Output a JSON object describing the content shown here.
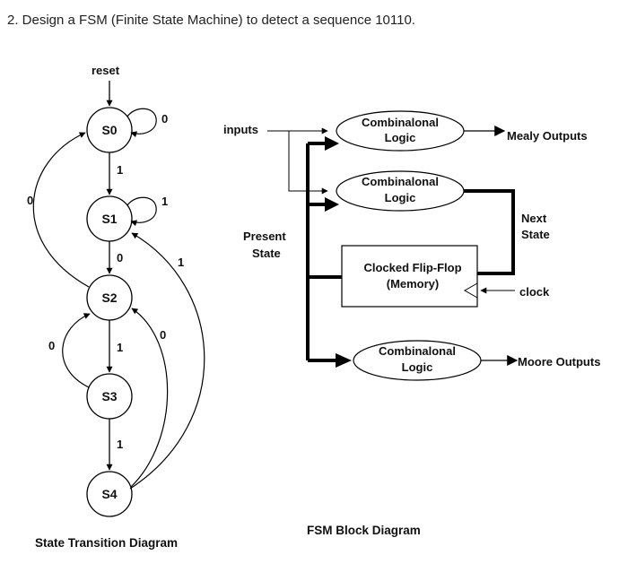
{
  "heading": "2. Design a FSM (Finite State Machine) to detect a sequence 10110.",
  "state_diagram": {
    "reset_label": "reset",
    "states": [
      "S0",
      "S1",
      "S2",
      "S3",
      "S4"
    ],
    "transitions": [
      {
        "from": "S0",
        "to": "S0",
        "label": "0"
      },
      {
        "from": "S0",
        "to": "S1",
        "label": "1"
      },
      {
        "from": "S1",
        "to": "S1",
        "label": "1"
      },
      {
        "from": "S1",
        "to": "S2",
        "label": "0"
      },
      {
        "from": "S2",
        "to": "S0",
        "label": "0"
      },
      {
        "from": "S2",
        "to": "S3",
        "label": "1"
      },
      {
        "from": "S3",
        "to": "S2",
        "label": "0"
      },
      {
        "from": "S3",
        "to": "S4",
        "label": "1"
      },
      {
        "from": "S4",
        "to": "S2",
        "label": "0"
      },
      {
        "from": "S4",
        "to": "S1",
        "label": "1"
      }
    ],
    "caption": "State Transition Diagram"
  },
  "block_diagram": {
    "inputs_label": "inputs",
    "comb1_line1": "Combinalonal",
    "comb1_line2": "Logic",
    "comb2_line1": "Combinalonal",
    "comb2_line2": "Logic",
    "comb3_line1": "Combinalonal",
    "comb3_line2": "Logic",
    "mealy_label": "Mealy Outputs",
    "moore_label": "Moore Outputs",
    "next_state_line1": "Next",
    "next_state_line2": "State",
    "present_state_line1": "Present",
    "present_state_line2": "State",
    "flipflop_line1": "Clocked Flip-Flop",
    "flipflop_line2": "(Memory)",
    "clock_label": "clock",
    "caption": "FSM Block Diagram"
  }
}
